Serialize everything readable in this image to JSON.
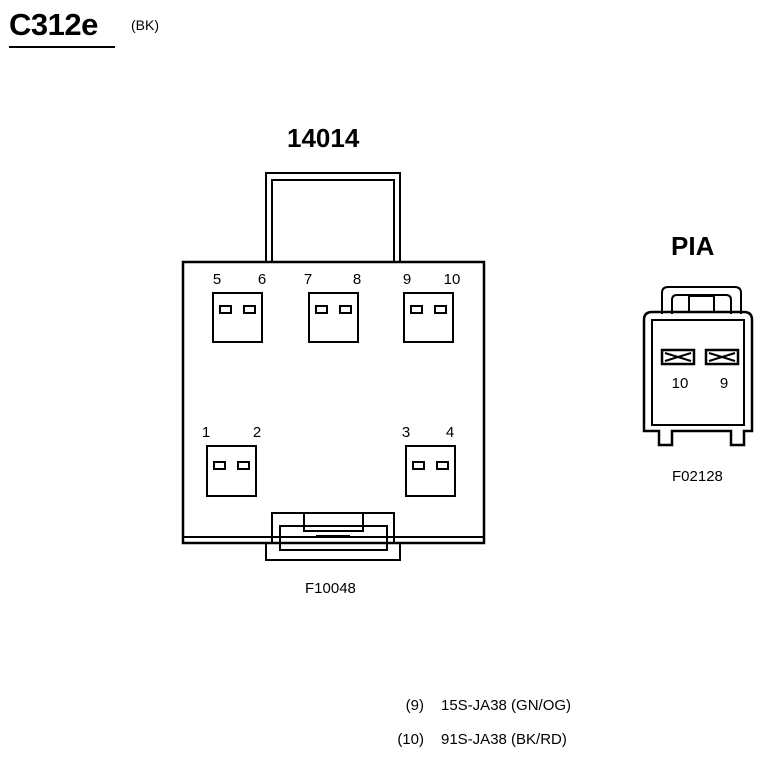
{
  "header": {
    "connector_id": "C312e",
    "color_code": "(BK)"
  },
  "main_connector": {
    "part_number": "14014",
    "face_figure": "F10048",
    "pin_numbers": [
      "1",
      "2",
      "3",
      "4",
      "5",
      "6",
      "7",
      "8",
      "9",
      "10"
    ]
  },
  "pia_connector": {
    "label": "PIA",
    "face_figure": "F02128",
    "pin_numbers": [
      "10",
      "9"
    ]
  },
  "circuit_table": [
    {
      "pin": "(9)",
      "circuit": "15S-JA38 (GN/OG)"
    },
    {
      "pin": "(10)",
      "circuit": "91S-JA38 (BK/RD)"
    }
  ]
}
